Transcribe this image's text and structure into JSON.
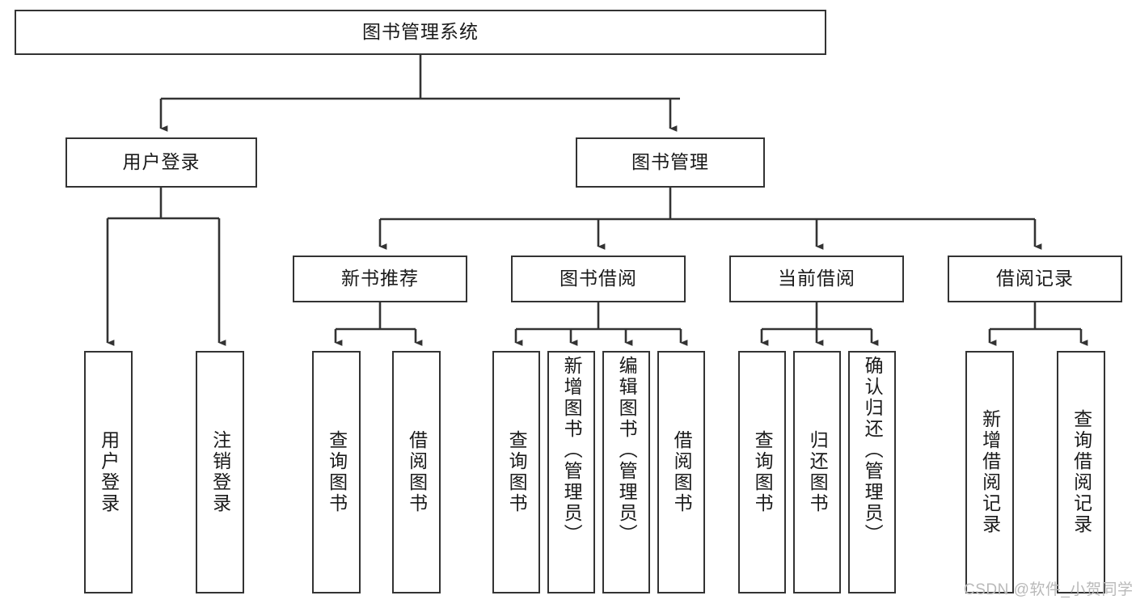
{
  "diagram": {
    "title": "图书管理系统",
    "type": "tree-hierarchy",
    "root": {
      "label": "图书管理系统"
    },
    "level2": [
      {
        "label": "用户登录"
      },
      {
        "label": "图书管理"
      }
    ],
    "level3": [
      {
        "label": "新书推荐"
      },
      {
        "label": "图书借阅"
      },
      {
        "label": "当前借阅"
      },
      {
        "label": "借阅记录"
      }
    ],
    "leaves": {
      "user_login": [
        {
          "label": "用户登录"
        },
        {
          "label": "注销登录"
        }
      ],
      "new_book": [
        {
          "label": "查询图书"
        },
        {
          "label": "借阅图书"
        }
      ],
      "book_borrow": [
        {
          "label": "查询图书"
        },
        {
          "label": "新增图书（管理员）"
        },
        {
          "label": "编辑图书（管理员）"
        },
        {
          "label": "借阅图书"
        }
      ],
      "current_borrow": [
        {
          "label": "查询图书"
        },
        {
          "label": "归还图书"
        },
        {
          "label": "确认归还（管理员）"
        }
      ],
      "borrow_record": [
        {
          "label": "新增借阅记录"
        },
        {
          "label": "查询借阅记录"
        }
      ]
    }
  },
  "watermark": {
    "text": "CSDN @软件_小贺同学"
  },
  "colors": {
    "stroke": "#333333",
    "background": "#ffffff",
    "text": "#1a1a1a",
    "watermark": "#b9b9b9"
  }
}
